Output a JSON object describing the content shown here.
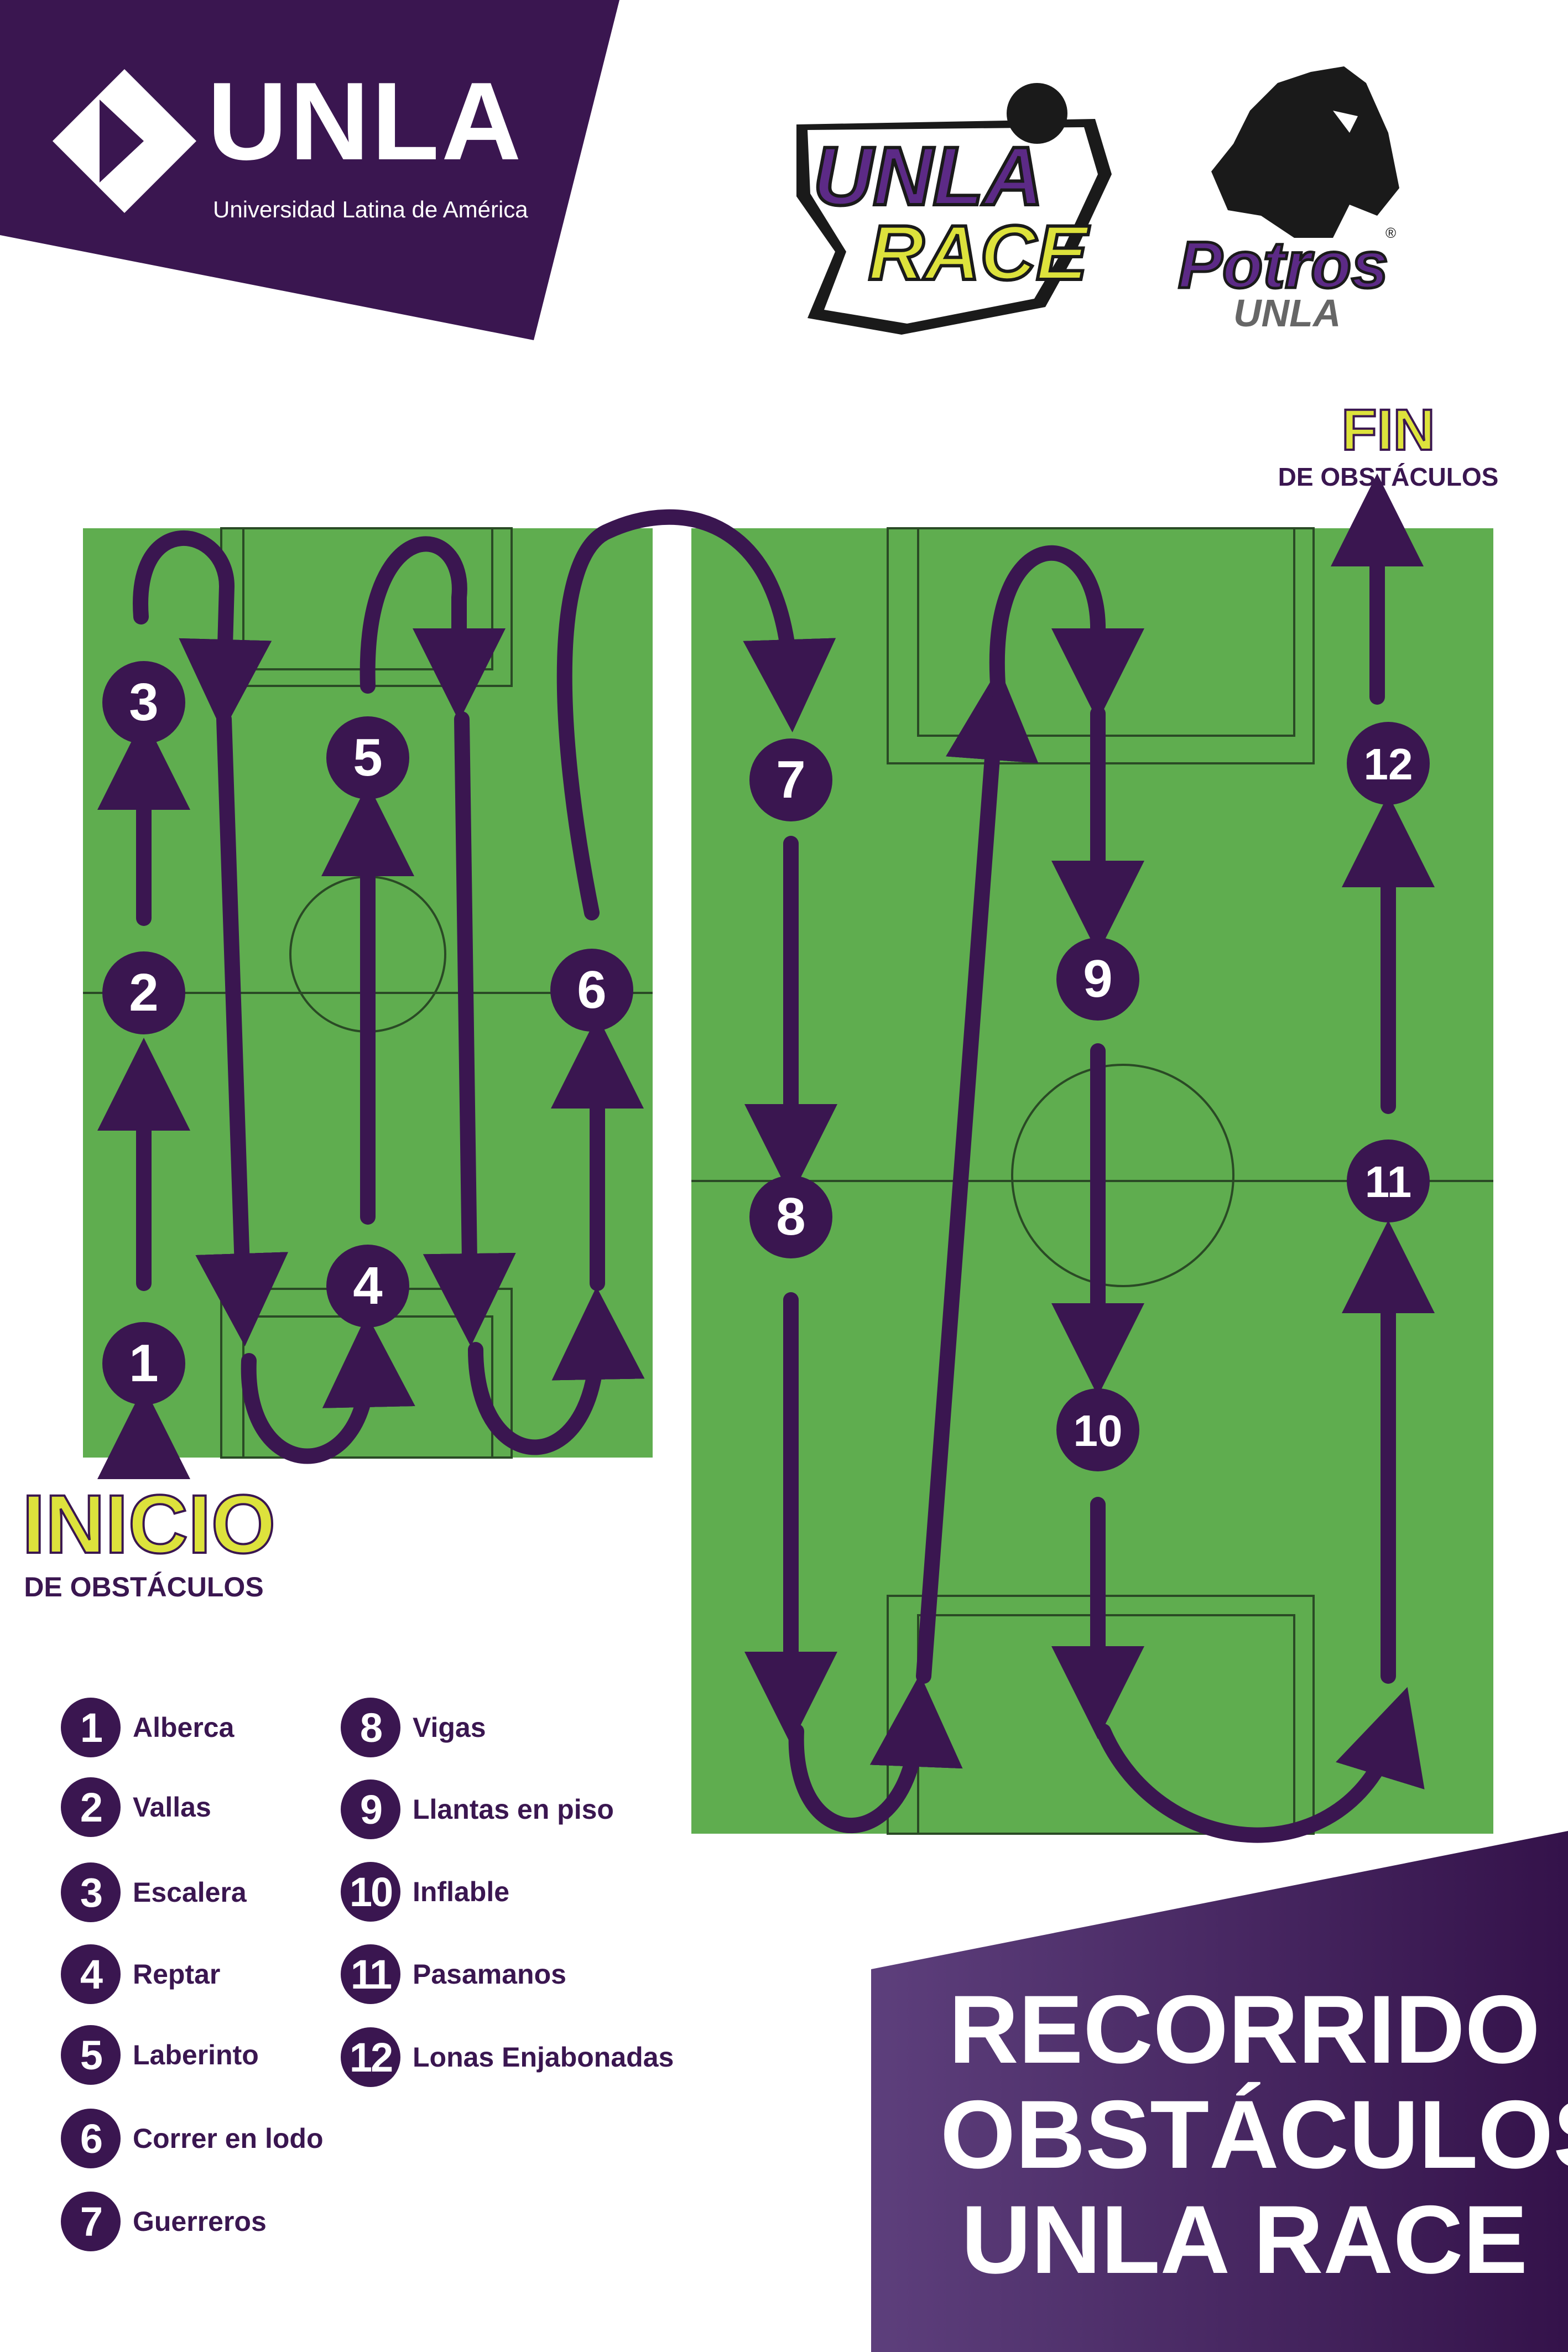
{
  "brand": {
    "name": "UNLA",
    "subtitle": "Universidad Latina de América"
  },
  "race_logo": {
    "line1": "UNLA",
    "line2": "RACE"
  },
  "team_logo": {
    "line1": "Potros",
    "line2": "UNLA",
    "registered": "®"
  },
  "start": {
    "title": "INICIO",
    "subtitle": "DE OBSTÁCULOS"
  },
  "finish": {
    "title": "FIN",
    "subtitle": "DE OBSTÁCULOS"
  },
  "stations": [
    "1",
    "2",
    "3",
    "4",
    "5",
    "6",
    "7",
    "8",
    "9",
    "10",
    "11",
    "12"
  ],
  "legend": [
    {
      "num": "1",
      "label": "Alberca"
    },
    {
      "num": "2",
      "label": "Vallas"
    },
    {
      "num": "3",
      "label": "Escalera"
    },
    {
      "num": "4",
      "label": "Reptar"
    },
    {
      "num": "5",
      "label": "Laberinto"
    },
    {
      "num": "6",
      "label": "Correr en lodo"
    },
    {
      "num": "7",
      "label": "Guerreros"
    },
    {
      "num": "8",
      "label": "Vigas"
    },
    {
      "num": "9",
      "label": "Llantas en piso"
    },
    {
      "num": "10",
      "label": "Inflable"
    },
    {
      "num": "11",
      "label": "Pasamanos"
    },
    {
      "num": "12",
      "label": "Lonas Enjabonadas"
    }
  ],
  "title": {
    "line1": "RECORRIDO",
    "line2": "OBSTÁCULOS",
    "line3": "UNLA RACE"
  },
  "colors": {
    "purple": "#3a1650",
    "field": "#5fad4f",
    "accent": "#dde23c",
    "white": "#ffffff"
  }
}
